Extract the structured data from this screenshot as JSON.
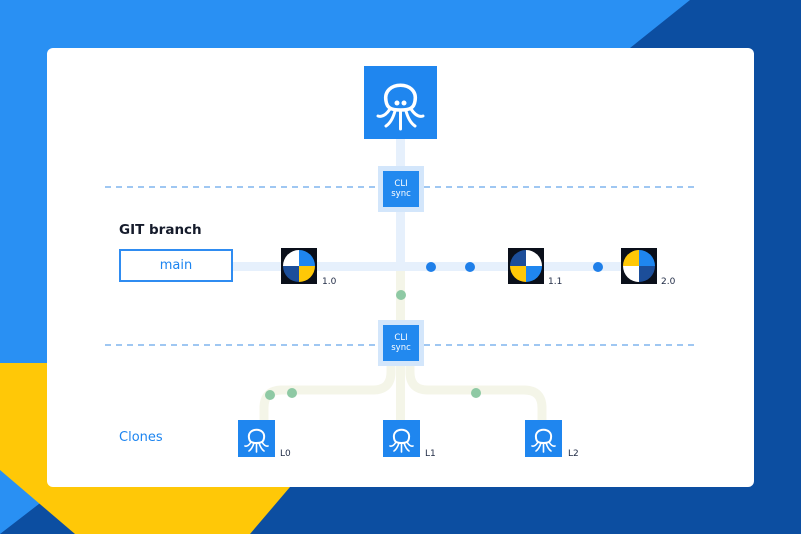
{
  "colors": {
    "bg_blue": "#2990f3",
    "bg_navy": "#0c4ea1",
    "bg_yellow": "#ffc807",
    "accent_blue": "#1f86ef",
    "line_blue": "#e6f0fc",
    "line_cream": "#f4f5e8",
    "dot_blue": "#1f7fe9",
    "dot_green": "#8ec9a4"
  },
  "icons": {
    "top_repo": "octopus-icon",
    "clone": "octopus-icon",
    "commit": "quadrant-circle-icon"
  },
  "labels": {
    "git_branch": "GIT branch",
    "main": "main",
    "clones": "Clones",
    "cli": "CLI",
    "sync": "sync"
  },
  "commits": [
    {
      "version": "1.0"
    },
    {
      "version": "1.1"
    },
    {
      "version": "2.0"
    }
  ],
  "clones": [
    {
      "label": "L0"
    },
    {
      "label": "L1"
    },
    {
      "label": "L2"
    }
  ]
}
